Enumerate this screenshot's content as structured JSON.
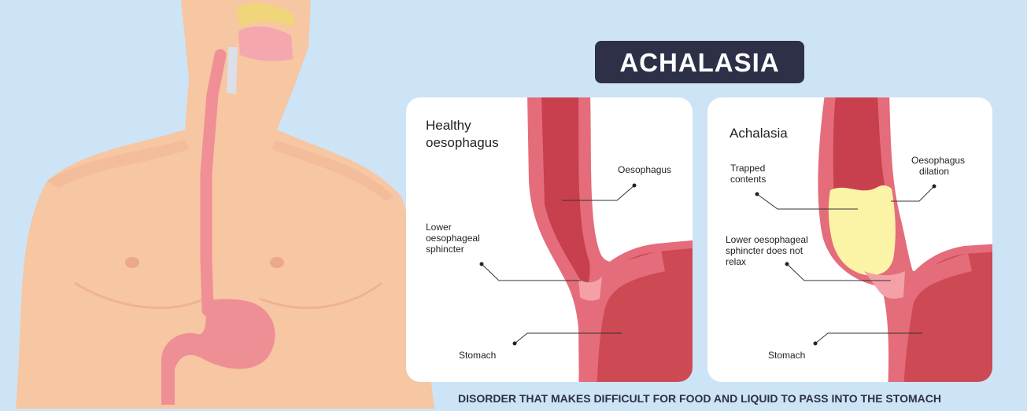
{
  "title": "ACHALASIA",
  "footer": "DISORDER THAT MAKES DIFFICULT FOR FOOD AND LIQUID TO PASS INTO THE STOMACH",
  "healthy_panel": {
    "heading_line1": "Healthy",
    "heading_line2": "oesophagus",
    "label_oesophagus": "Oesophagus",
    "label_les_1": "Lower",
    "label_les_2": "oesophageal",
    "label_les_3": "sphincter",
    "label_stomach": "Stomach"
  },
  "achalasia_panel": {
    "heading": "Achalasia",
    "label_trapped_1": "Trapped",
    "label_trapped_2": "contents",
    "label_dilation_1": "Oesophagus",
    "label_dilation_2": "dilation",
    "label_les_1": "Lower oesophageal",
    "label_les_2": "sphincter does not",
    "label_les_3": "relax",
    "label_stomach": "Stomach"
  },
  "colors": {
    "background": "#cde4f6",
    "skin": "#f7c6a3",
    "skin_shade": "#f0b594",
    "oesophagus": "#e56c7a",
    "oesophagus_dark": "#c8404d",
    "stomach_illustration": "#ee8f95",
    "trapped_contents": "#fbf3a5",
    "title_box": "#2e3048"
  }
}
